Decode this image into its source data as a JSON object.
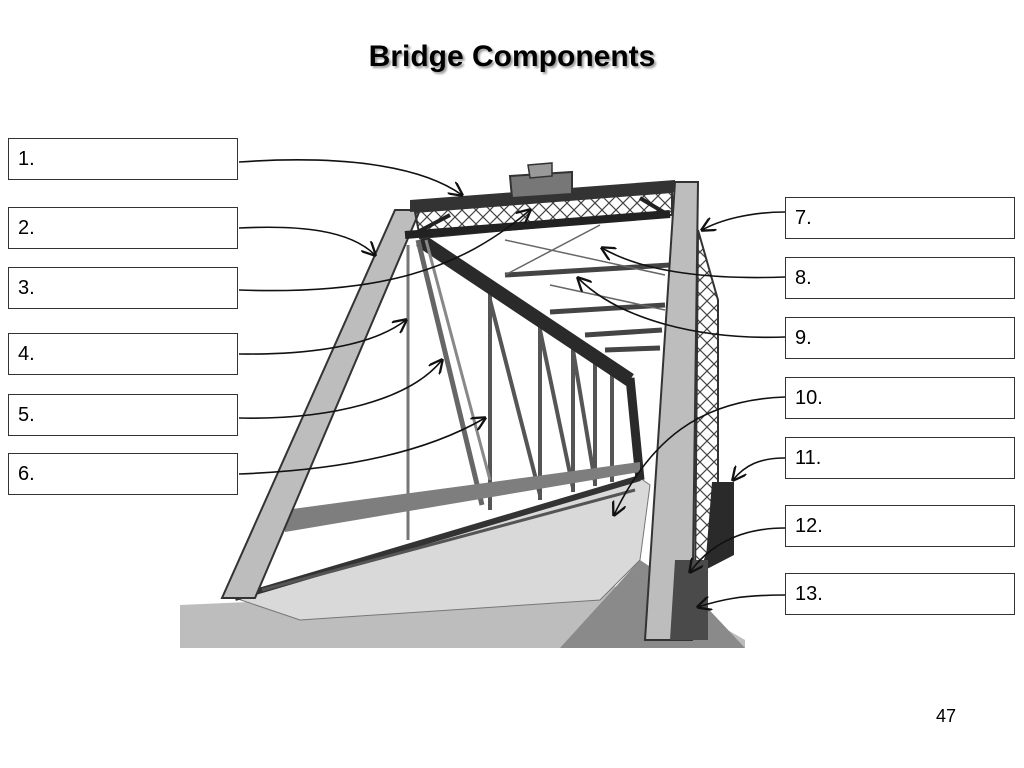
{
  "slide": {
    "title": "Bridge Components",
    "page_number": "47"
  },
  "labels": [
    "1.",
    "2.",
    "3.",
    "4.",
    "5.",
    "6.",
    "7.",
    "8.",
    "9.",
    "10.",
    "11.",
    "12.",
    "13."
  ],
  "colors": {
    "steel_light": "#c8c8c8",
    "steel_dark": "#3a3a3a",
    "deck": "#cfcfcf",
    "ground": "#6e6e6e",
    "arrow": "#111111"
  }
}
